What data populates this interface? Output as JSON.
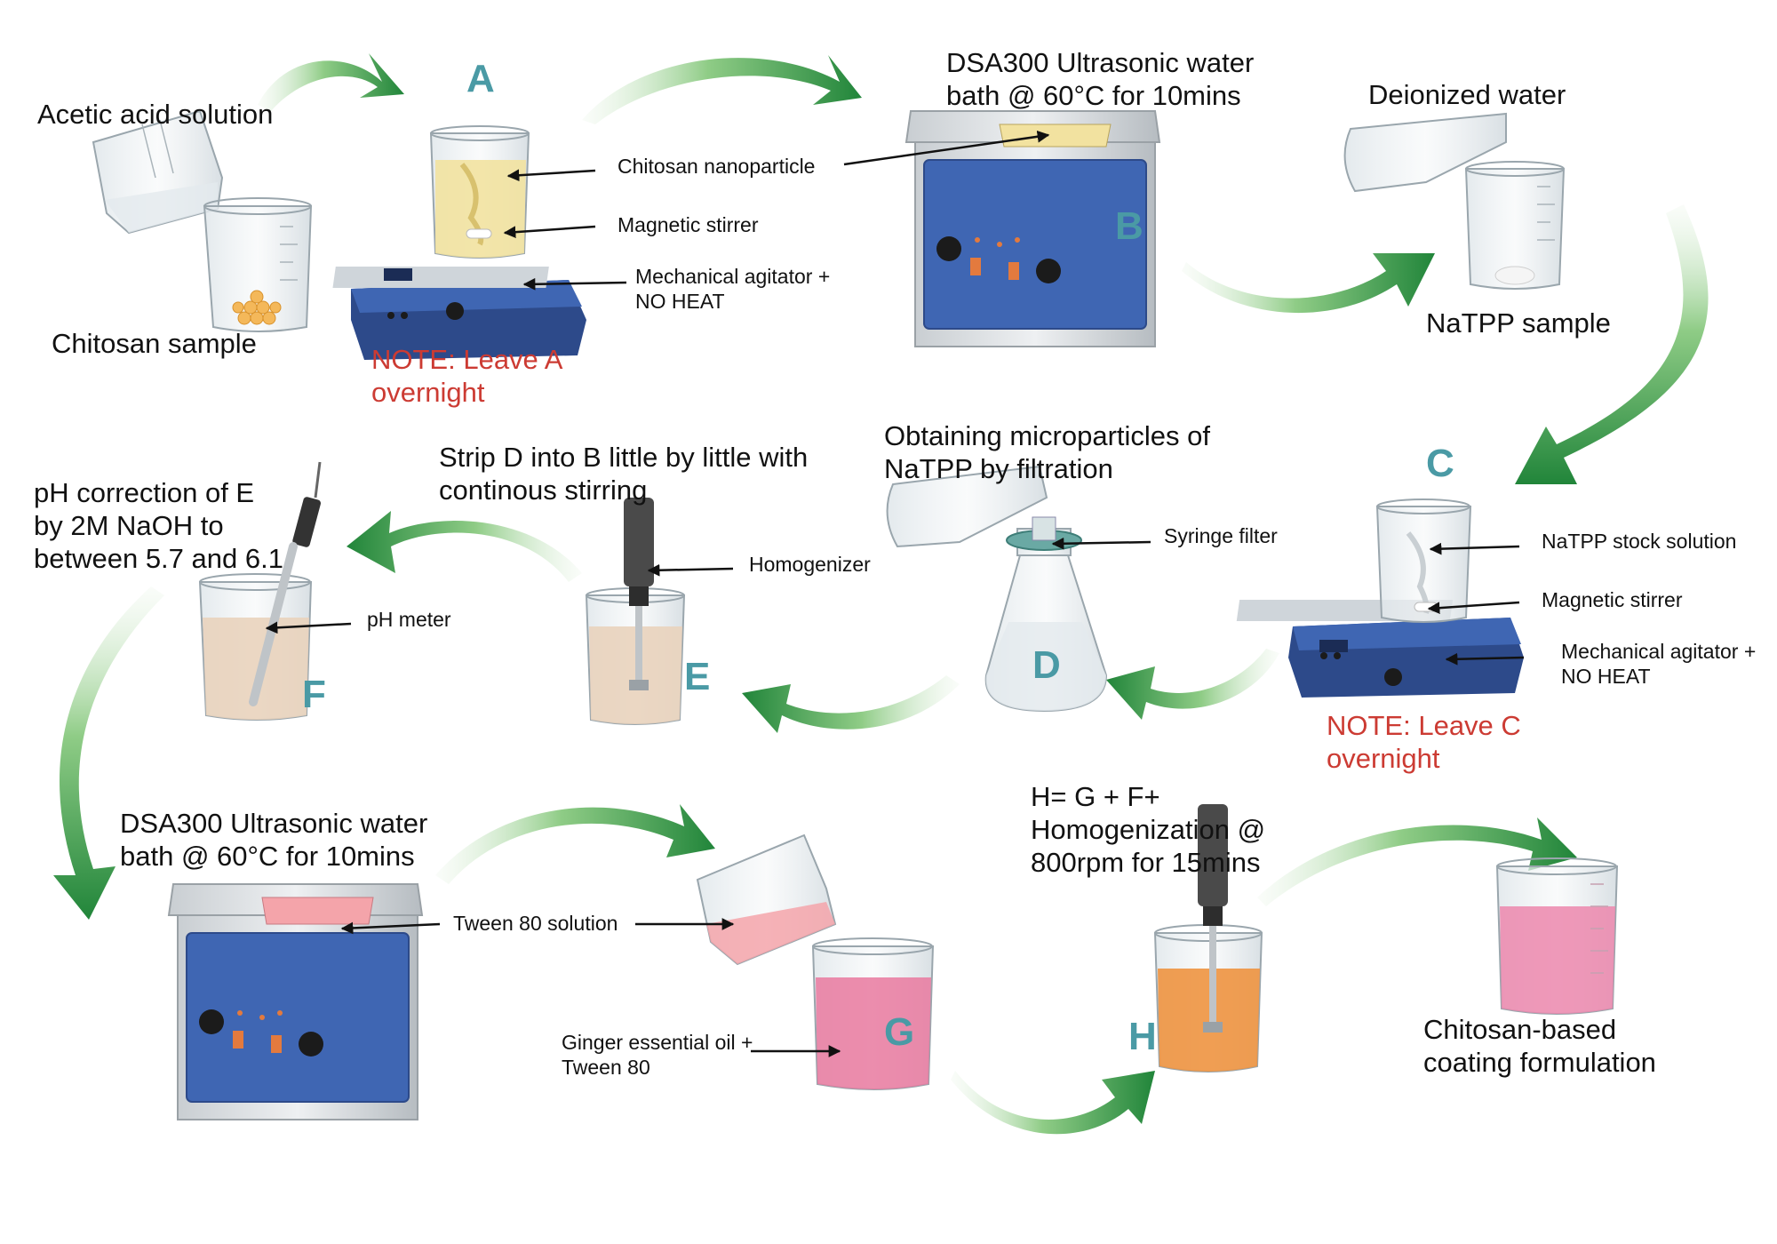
{
  "labels": {
    "acetic_acid": "Acetic acid solution",
    "chitosan_sample": "Chitosan sample",
    "chitosan_nanoparticle": "Chitosan nanoparticle",
    "magnetic_stirrer_a": "Magnetic stirrer",
    "mech_agitator_a": "Mechanical agitator +\nNO HEAT",
    "note_a": "NOTE: Leave A\novernight",
    "ultrasonic_b": "DSA300 Ultrasonic water\nbath @ 60°C for 10mins",
    "deionized_water": "Deionized water",
    "natpp_sample": "NaTPP sample",
    "natpp_stock": "NaTPP stock solution",
    "magnetic_stirrer_c": "Magnetic stirrer",
    "mech_agitator_c": "Mechanical agitator +\nNO HEAT",
    "note_c": "NOTE: Leave C\novernight",
    "obtaining": "Obtaining microparticles of\nNaTPP by filtration",
    "syringe_filter": "Syringe filter",
    "strip_d": "Strip D into B little by little with\ncontinous stirring",
    "homogenizer": "Homogenizer",
    "ph_correction": "pH correction of E\nby 2M NaOH to\nbetween 5.7 and 6.1",
    "ph_meter": "pH meter",
    "ultrasonic_2": "DSA300 Ultrasonic water\nbath @ 60°C for 10mins",
    "tween_solution": "Tween 80 solution",
    "ginger": "Ginger essential oil +\nTween 80",
    "h_formula": "H= G + F+\nHomogenization @\n800rpm for 15mins",
    "final": "Chitosan-based\ncoating formulation"
  },
  "letters": {
    "a": "A",
    "b": "B",
    "c": "C",
    "d": "D",
    "e": "E",
    "f": "F",
    "g": "G",
    "h": "H"
  },
  "colors": {
    "arrow_green": "#2e8b3e",
    "letter_teal": "#4a9aa5",
    "note_red": "#cc3b33",
    "device_blue": "#3f66b3",
    "yellow_liquid": "#f2e2a0",
    "pink_liquid": "#e9799f",
    "orange_liquid": "#ee9440",
    "beige_liquid": "#e9d3bd"
  }
}
